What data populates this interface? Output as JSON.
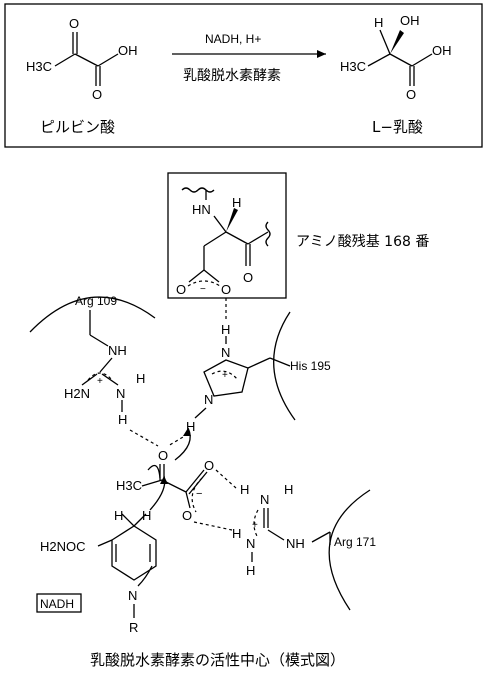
{
  "reaction": {
    "reagent_top": "NADH, H+",
    "enzyme": "乳酸脱水素酵素",
    "substrate_name": "ピルビン酸",
    "product_name": "L−乳酸",
    "substrate_labels": {
      "o": "O",
      "oh": "OH",
      "ch3": "H3C"
    },
    "product_labels": {
      "h": "H",
      "oh_top": "OH",
      "oh": "OH",
      "o": "O",
      "ch3": "H3C"
    }
  },
  "residue168": {
    "label": "アミノ酸残基 168 番",
    "hn": "HN",
    "h": "H",
    "o_left": "O",
    "o_right": "O",
    "o_ketone": "O"
  },
  "arg109": {
    "label": "Arg 109",
    "nh": "NH",
    "h2n": "H2N",
    "n": "N",
    "h": "H",
    "h_down": "H"
  },
  "his195": {
    "label": "His 195",
    "n_top": "N",
    "n_bottom": "N",
    "h_top": "H",
    "h_bottom": "H",
    "plus": "+"
  },
  "substrate": {
    "o_top": "O",
    "ch3": "H3C",
    "o_right": "O",
    "o_bottom": "O",
    "minus": "−"
  },
  "arg171": {
    "label": "Arg 171",
    "nh2": "N",
    "h1": "H",
    "h2": "H",
    "n_low": "N",
    "h3": "H",
    "h4": "H",
    "nh": "NH",
    "plus": "+"
  },
  "nadh": {
    "label": "NADH",
    "h2noc": "H2NOC",
    "n": "N",
    "r": "R",
    "h_a": "H",
    "h_b": "H"
  },
  "caption": "乳酸脱水素酵素の活性中心（模式図）"
}
